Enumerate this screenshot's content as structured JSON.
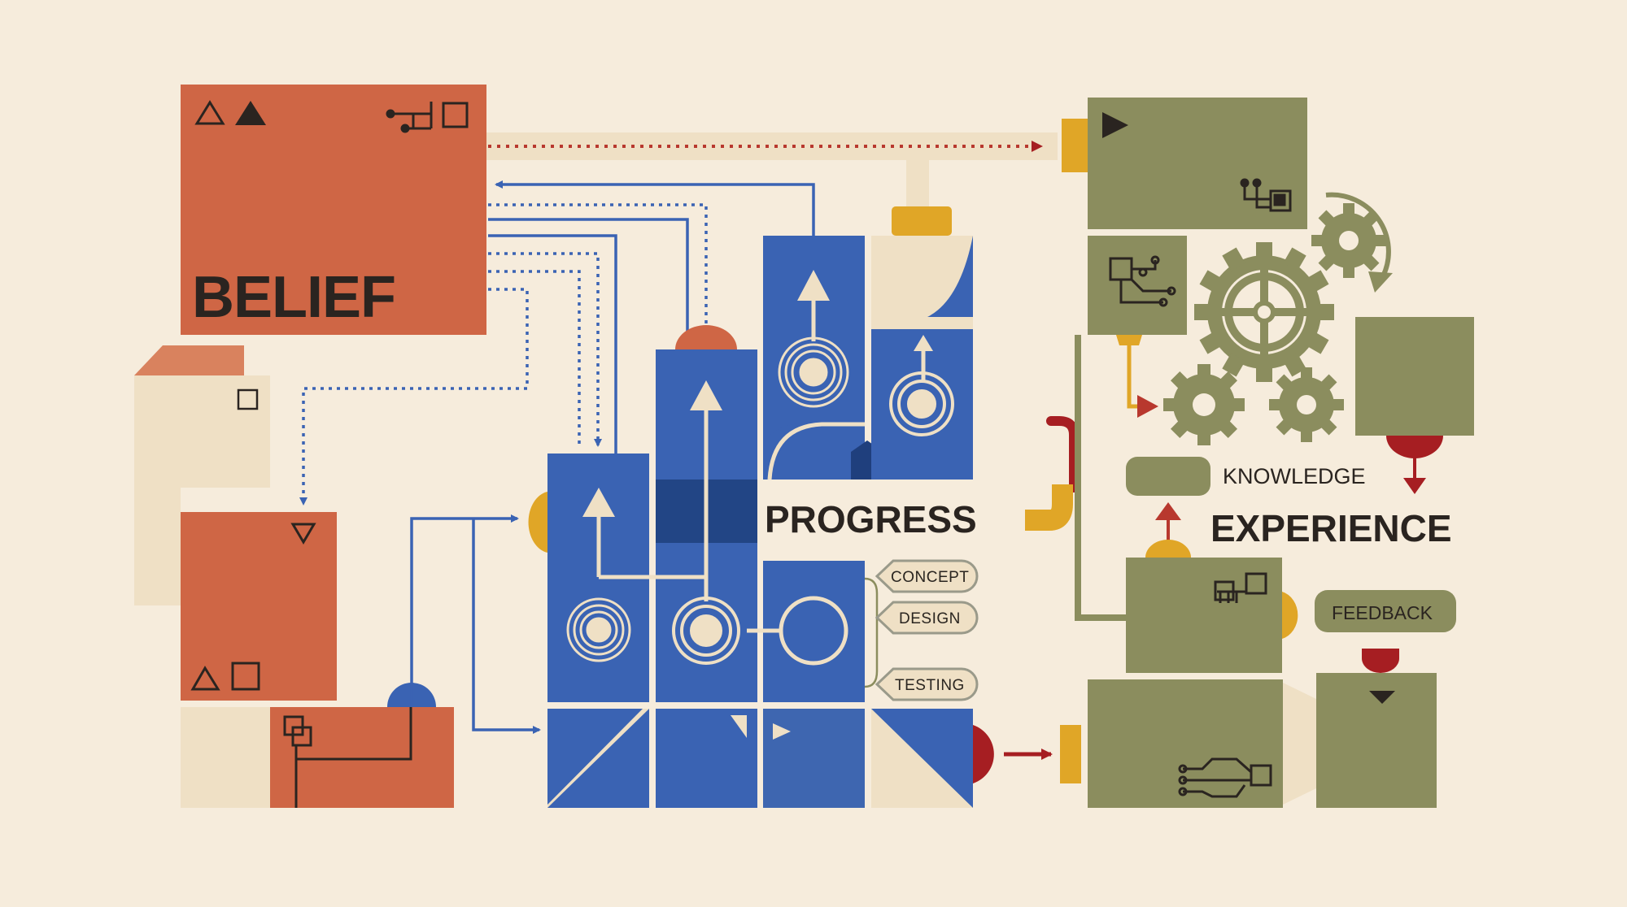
{
  "labels": {
    "belief": "BELIEF",
    "progress": "PROGRESS",
    "knowledge": "KNOWLEDGE",
    "experience": "EXPERIENCE",
    "feedback": "FEEDBACK"
  },
  "stages": [
    {
      "label": "CONCEPT"
    },
    {
      "label": "DESIGN"
    },
    {
      "label": "TESTING"
    }
  ],
  "palette": {
    "background": "#f6ecdc",
    "orange": "#cf6645",
    "blue": "#3a63b3",
    "olive": "#8b8d5e",
    "cream": "#efe0c5",
    "yellow": "#e0a627",
    "red": "#a61e22",
    "ink": "#2a2420"
  },
  "icons": [
    "triangle-outline-icon",
    "triangle-filled-icon",
    "circuit-icon",
    "square-outline-icon",
    "arrow-up-icon",
    "target-circle-icon",
    "gear-icon",
    "play-icon",
    "down-arrow-icon"
  ]
}
